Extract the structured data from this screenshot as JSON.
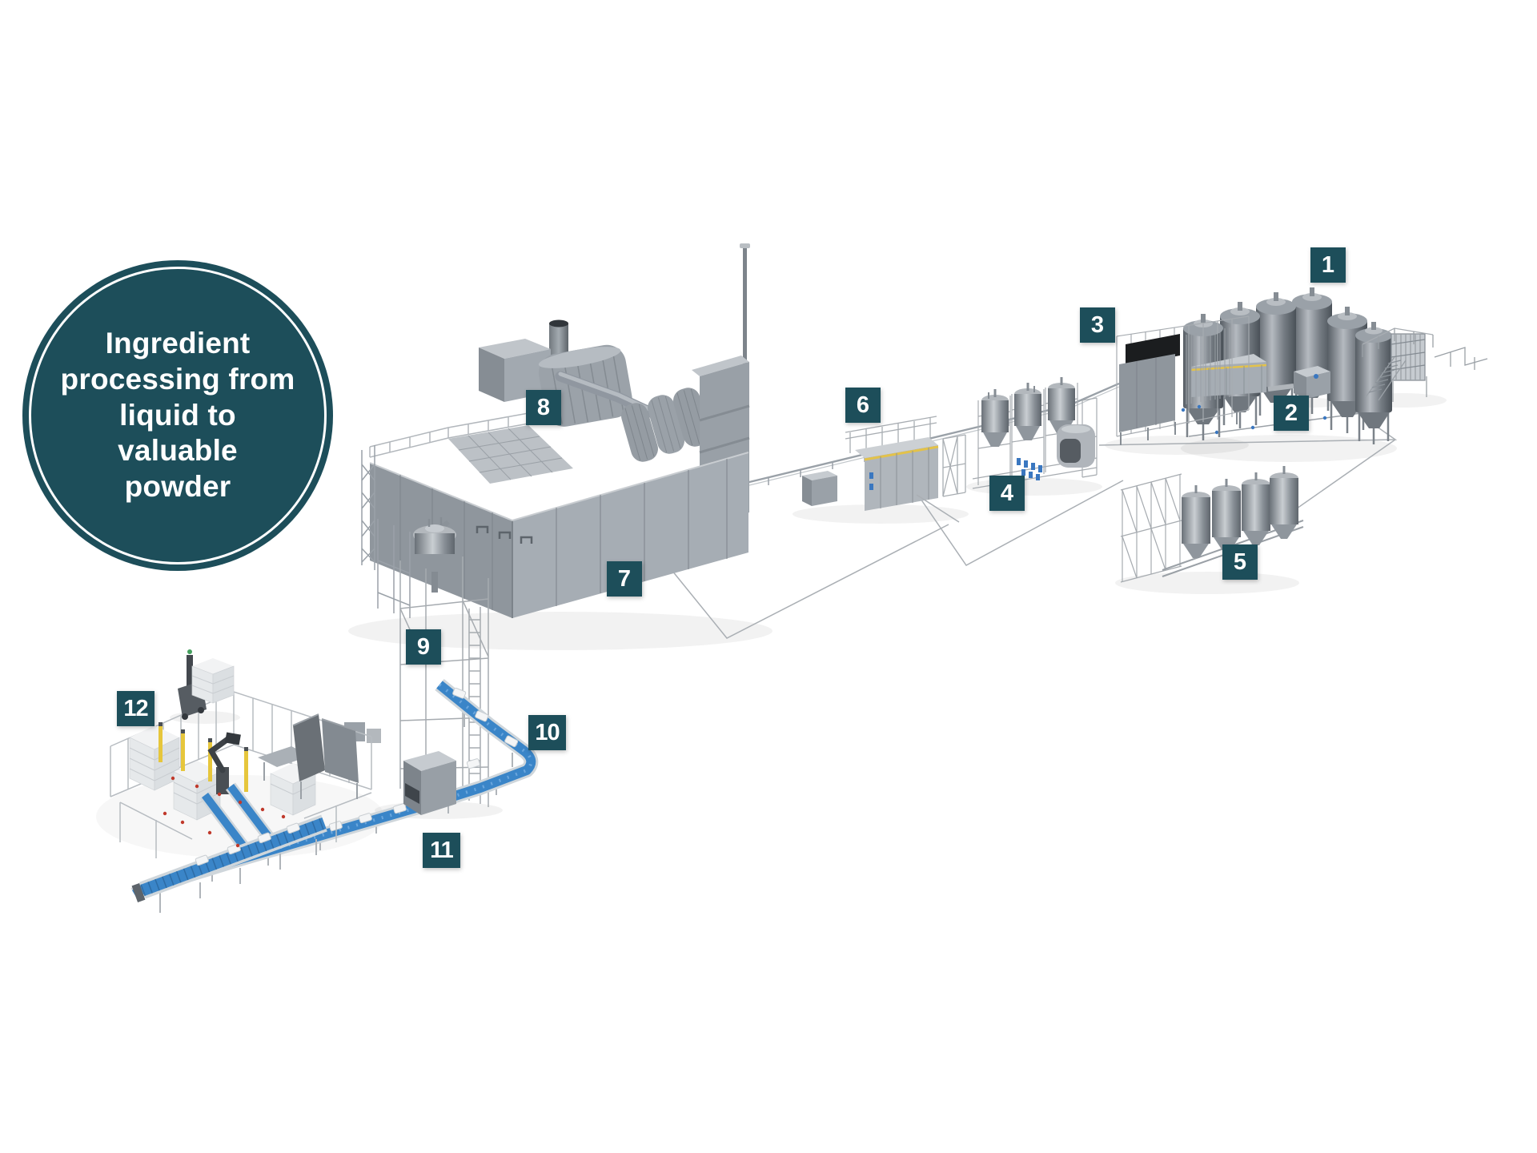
{
  "badge": {
    "lines": [
      "Ingredient",
      "processing from",
      "liquid to",
      "valuable",
      "powder"
    ]
  },
  "station_labels": [
    "1",
    "2",
    "3",
    "4",
    "5",
    "6",
    "7",
    "8",
    "9",
    "10",
    "11",
    "12"
  ],
  "colors": {
    "accent_teal": "#1d4e5a",
    "label_text": "#ffffff",
    "conveyor_blue": "#3a85c8",
    "safety_yellow": "#e6c63c",
    "equipment_gray": "#9aa1a8",
    "line_gray": "#aaafb4",
    "background": "#ffffff"
  }
}
